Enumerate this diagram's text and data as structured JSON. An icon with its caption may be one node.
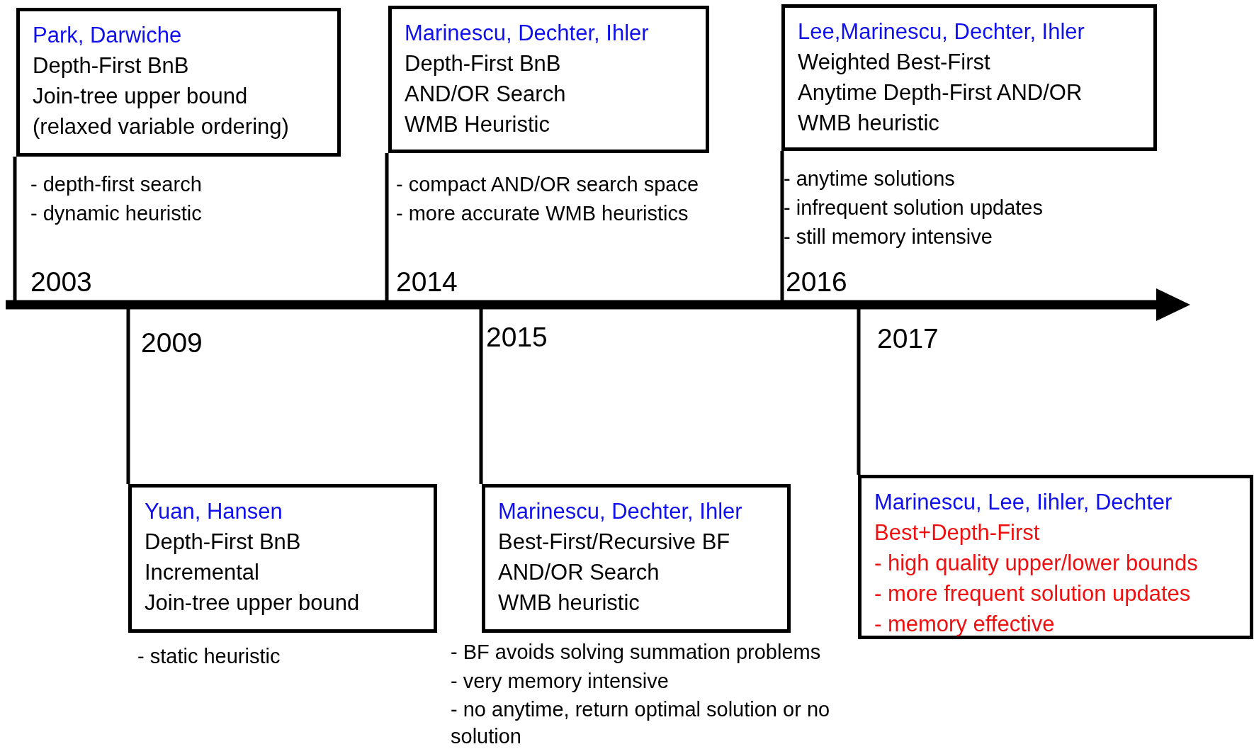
{
  "diagram": {
    "nodes": [
      {
        "text": [
          "Park, Darwiche",
          "Depth-First BnB",
          "Join-tree upper bound",
          "(relaxed variable ordering)"
        ],
        "beside": [
          "- depth-first search",
          "- dynamic heuristic"
        ]
      },
      {
        "text": [
          "Yuan, Hansen",
          "Depth-First BnB",
          "Incremental",
          "Join-tree upper bound"
        ],
        "beside": [
          "- static heuristic"
        ]
      },
      {
        "text": [
          "Marinescu, Dechter, Ihler",
          "Depth-First BnB",
          "AND/OR Search",
          "WMB Heuristic"
        ],
        "beside": [
          "- compact AND/OR search space",
          "- more accurate WMB heuristics"
        ]
      },
      {
        "text": [
          "Marinescu, Dechter, Ihler",
          "Best-First/Recursive BF",
          "AND/OR Search",
          "WMB heuristic"
        ],
        "beside": [
          "- BF avoids solving summation problems",
          "- very memory intensive",
          "- no anytime, return optimal solution or no solution"
        ]
      },
      {
        "text": [
          "Lee,Marinescu, Dechter, Ihler",
          "Weighted Best-First",
          "Anytime Depth-First AND/OR",
          "WMB heuristic"
        ],
        "beside": [
          "- anytime solutions",
          "- infrequent solution updates",
          "- still memory intensive"
        ]
      },
      {
        "text": [
          "Marinescu, Lee, Iihler, Dechter",
          "Best+Depth-First",
          "- high quality upper/lower bounds",
          "- more frequent solution updates",
          "- memory effective"
        ]
      },
      {
        "text": [],
        "shape": "arrow"
      }
    ],
    "edges": [
      {
        "from": 0,
        "to": 6,
        "arrow": "none"
      },
      {
        "from": 1,
        "to": 6,
        "arrow": "none"
      },
      {
        "from": 2,
        "to": 6,
        "arrow": "none"
      },
      {
        "from": 3,
        "to": 6,
        "arrow": "none"
      },
      {
        "from": 4,
        "to": 6,
        "arrow": "none"
      },
      {
        "from": 5,
        "to": 6,
        "arrow": "none"
      }
    ],
    "labels": [
      "2003",
      "2014",
      "2016",
      "2009",
      "2015",
      "2017"
    ]
  }
}
